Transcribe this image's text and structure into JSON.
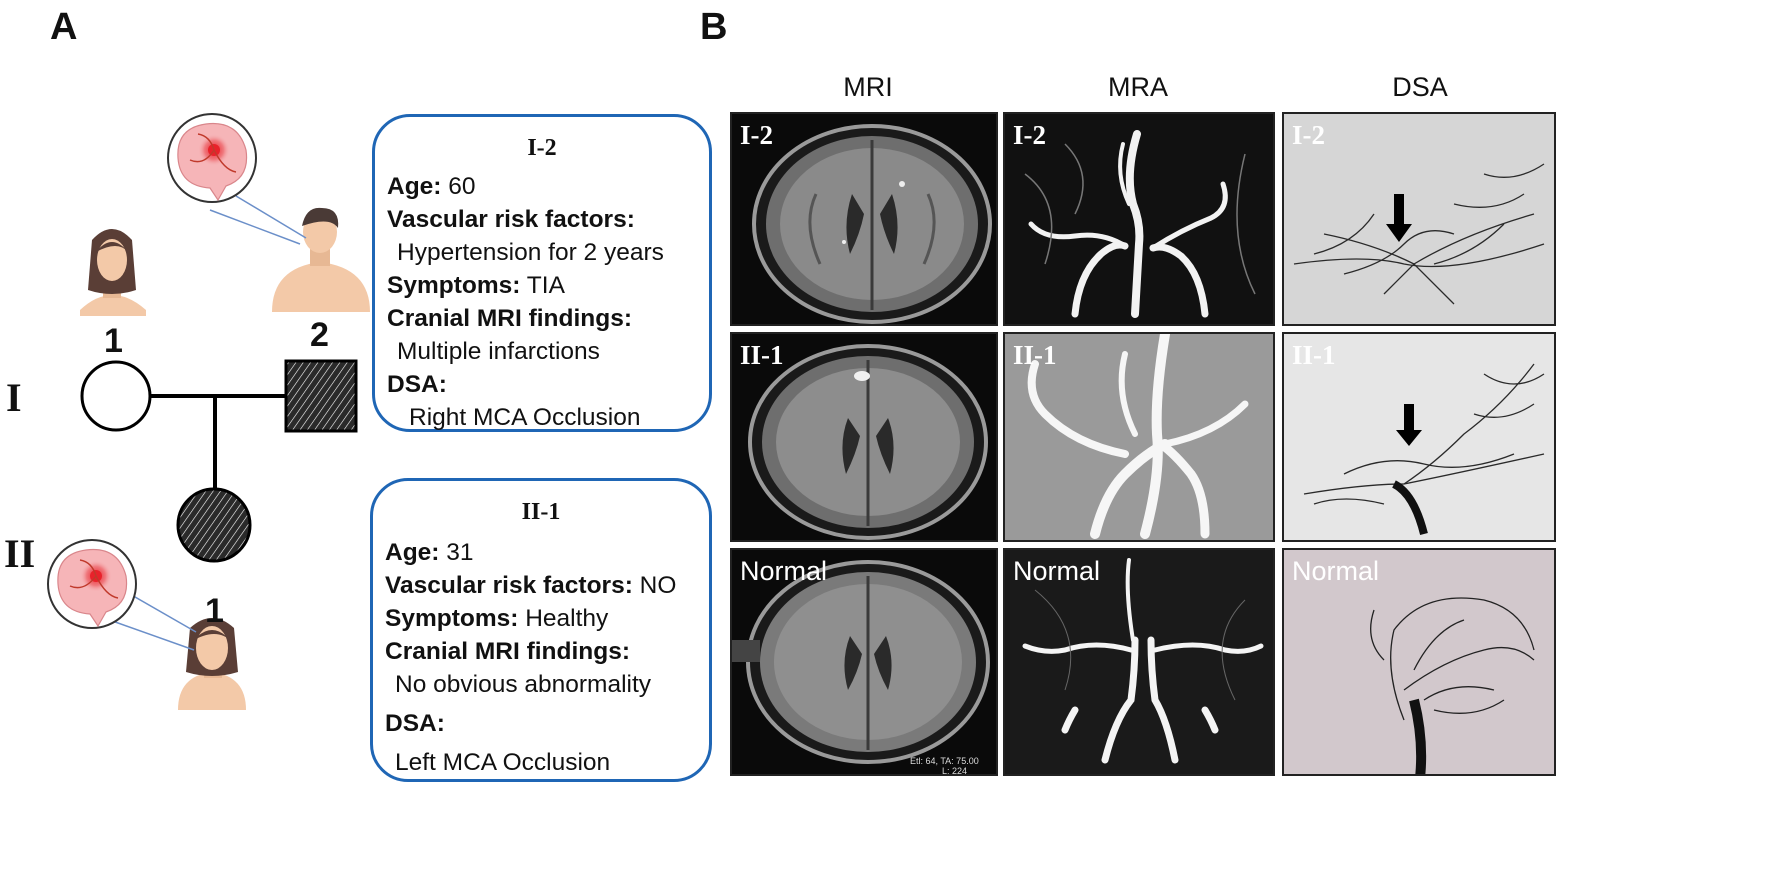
{
  "panels": {
    "a": "A",
    "b": "B"
  },
  "pedigree": {
    "generations": [
      "I",
      "II"
    ],
    "gen1": {
      "left_num": "1",
      "right_num": "2"
    },
    "gen2": {
      "num": "1"
    }
  },
  "cards": [
    {
      "title": "I-2",
      "age_label": "Age:",
      "age_value": "60",
      "risk_label": "Vascular risk factors:",
      "risk_value": "Hypertension for 2 years",
      "symptoms_label": "Symptoms:",
      "symptoms_value": "TIA",
      "mri_label": "Cranial MRI findings:",
      "mri_value": "Multiple infarctions",
      "dsa_label": "DSA:",
      "dsa_value": "Right  MCA Occlusion"
    },
    {
      "title": "II-1",
      "age_label": "Age:",
      "age_value": "31",
      "risk_label": "Vascular risk factors:",
      "risk_value": "NO",
      "symptoms_label": "Symptoms:",
      "symptoms_value": "Healthy",
      "mri_label": "Cranial MRI findings:",
      "mri_value": "No obvious abnormality",
      "dsa_label": "DSA:",
      "dsa_value": "Left  MCA Occlusion"
    }
  ],
  "imaging": {
    "columns": [
      "MRI",
      "MRA",
      "DSA"
    ],
    "rows": [
      "I-2",
      "II-1",
      "Normal"
    ],
    "mri_overlay": "Etl: 64, TA: 75.00",
    "mri_overlay2": "L: 224"
  },
  "colors": {
    "card_border": "#1f66b5",
    "brain_red": "#e8222b",
    "brain_pink": "#f6b5b8",
    "skin": "#f3c9a8",
    "hair": "#5a3e36"
  }
}
